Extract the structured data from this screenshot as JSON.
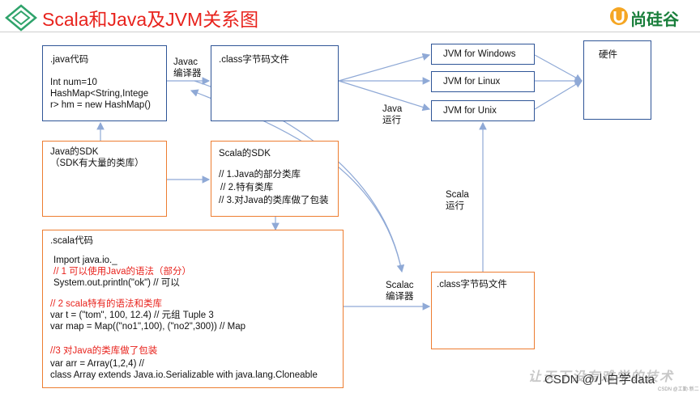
{
  "header": {
    "title": "Scala和Java及JVM关系图",
    "brand": "尚硅谷",
    "title_color": "#e8231d",
    "brand_color": "#1a7f3c"
  },
  "java_code": {
    "heading": ".java代码",
    "lines": [
      "Int num=10",
      "HashMap<String,Intege",
      "r> hm = new HashMap()"
    ]
  },
  "javac": {
    "line1": "Javac",
    "line2": "编译器"
  },
  "class_file_top": {
    "heading": ".class字节码文件"
  },
  "jvm": {
    "windows": "JVM for Windows",
    "linux": "JVM for Linux",
    "unix": "JVM for Unix"
  },
  "hardware": {
    "label": "硬件"
  },
  "java_run": {
    "line1": "Java",
    "line2": "运行"
  },
  "java_sdk": {
    "line1": "Java的SDK",
    "line2": "（SDK有大量的类库）"
  },
  "scala_sdk": {
    "heading": "Scala的SDK",
    "items": [
      "// 1.Java的部分类库",
      "// 2.特有类库",
      "// 3.对Java的类库做了包装"
    ]
  },
  "scala_run": {
    "line1": "Scala",
    "line2": "运行"
  },
  "scala_code": {
    "heading": ".scala代码",
    "import_line": "Import java.io._",
    "comment1": "// 1 可以使用Java的语法（部分）",
    "println_line": "System.out.println(\"ok\")  // 可以",
    "comment2": "// 2 scala特有的语法和类库",
    "var_t": "var t = (\"tom\", 100, 12.4) // 元组 Tuple 3",
    "var_map": "var map = Map((\"no1\",100), (\"no2\",300))  // Map",
    "comment3": "//3 对Java的类库做了包装",
    "var_arr": "var arr = Array(1,2,4) //",
    "class_line": "class Array extends Java.io.Serializable with java.lang.Cloneable"
  },
  "scalac": {
    "line1": "Scalac",
    "line2": "编译器"
  },
  "class_file_bottom": {
    "heading": ".class字节码文件"
  },
  "footer": {
    "watermark": "让天下没有难学的技术",
    "csdn": "CSDN @小白学data",
    "csdn_small": "CSDN @工勤·新二"
  },
  "colors": {
    "blue_border": "#2f5597",
    "orange_border": "#ed7d31",
    "arrow": "#8fa9d6",
    "red_text": "#e8231d"
  }
}
